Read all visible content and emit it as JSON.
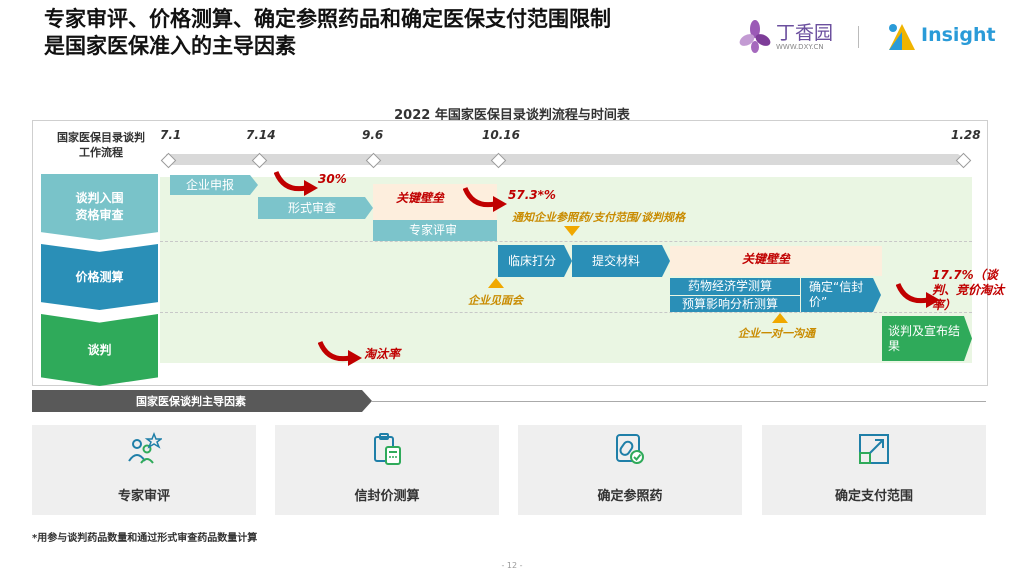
{
  "header": {
    "title_line1": "专家审评、价格测算、确定参照药品和确定医保支付范围限制",
    "title_line2": "是国家医保准入的主导因素",
    "logo_dxy_name": "丁香园",
    "logo_dxy_url": "WWW.DXY.CN",
    "logo_insight_name": "Insight"
  },
  "chart": {
    "title": "2022 年国家医保目录谈判流程与时间表",
    "flow_label": "国家医保目录谈判工作流程",
    "dates": [
      "7.1",
      "7.14",
      "9.6",
      "10.16",
      "1.28"
    ],
    "phases": [
      "谈判入围资格审查",
      "价格测算",
      "谈判"
    ],
    "steps": {
      "s1": "企业申报",
      "s2": "形式审查",
      "s3": "专家评审",
      "s4": "临床打分",
      "s5": "提交材料",
      "s6": "药物经济学测算",
      "s7": "预算影响分析测算",
      "s8": "确定“信封价”",
      "s9": "谈判及宣布结果"
    },
    "annotations": {
      "pct1": "30%",
      "key1": "关键壁垒",
      "pct2": "57.3*%",
      "notice": "通知企业参照药/支付范围/谈判规格",
      "meet1": "企业见面会",
      "key2": "关键壁垒",
      "meet2": "企业一对一沟通",
      "pct3": "17.7%（谈判、竞价淘汰率）",
      "elim": "淘汰率"
    }
  },
  "factors": {
    "header": "国家医保谈判主导因素",
    "items": [
      "专家审评",
      "信封价测算",
      "确定参照药",
      "确定支付范围"
    ]
  },
  "footnote": "*用参与谈判药品数量和通过形式审查药品数量计算",
  "page_number": "- 12 -",
  "colors": {
    "teal": "#79c3c9",
    "blue": "#2a8fb7",
    "green": "#2faa5a",
    "red": "#c00000",
    "gold": "#f0a800"
  }
}
